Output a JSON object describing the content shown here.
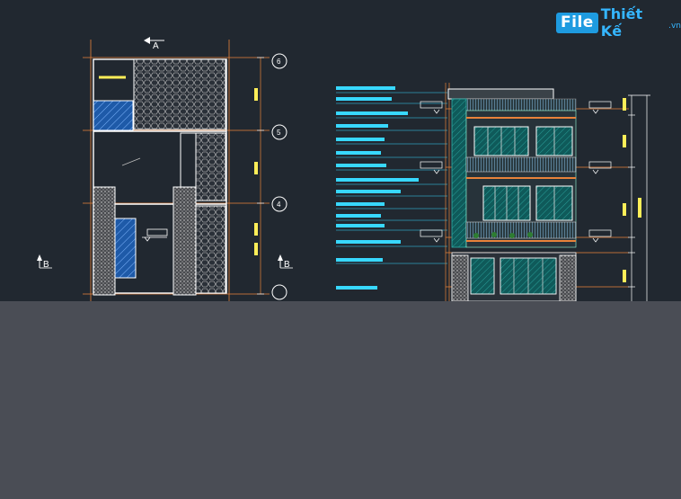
{
  "logo": {
    "file": "File",
    "name": "Thiết Kế",
    "tld": ".vn"
  },
  "plan": {
    "section_a": "A",
    "section_b": "B",
    "grid_marks": [
      "6",
      "5",
      "4"
    ]
  },
  "colors": {
    "background": "#212830",
    "lower_panel": "#4a4d55",
    "wall": "#ffffff",
    "grid": "#e8823a",
    "annotation": "#38d8ff",
    "hatch": "#c8c8c8",
    "glass": "#1e5aa8",
    "logo_blue": "#1e9be0"
  }
}
